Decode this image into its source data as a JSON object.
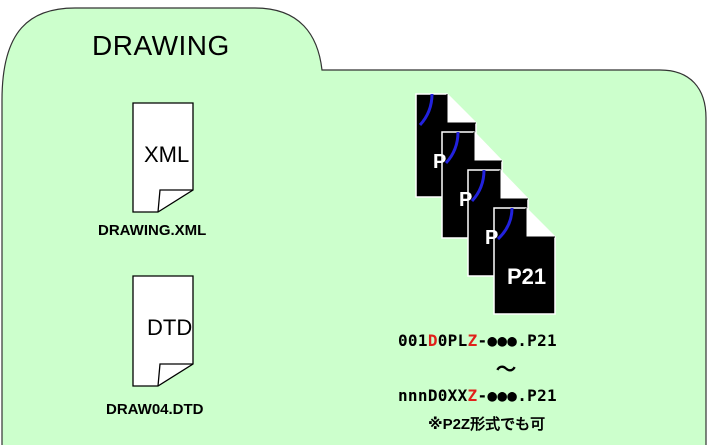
{
  "folder": {
    "title": "DRAWING"
  },
  "files": [
    {
      "icon_text": "XML",
      "name": "DRAWING.XML"
    },
    {
      "icon_text": "DTD",
      "name": "DRAW04.DTD"
    }
  ],
  "p21_stack": {
    "icon_text": "P21",
    "range_start": {
      "a": "001",
      "b": "D",
      "c": "0PL",
      "d": "Z",
      "e": "-●●●.P21"
    },
    "tilde": "～",
    "range_end": {
      "a": "nnn",
      "b": "D0XX",
      "c": "Z",
      "d": "-●●●.P21"
    },
    "note": "※P2Z形式でも可"
  },
  "colors": {
    "folder_fill": "#ccffcc",
    "highlight_red": "#e0201a",
    "doc_dark": "#000000",
    "arc_blue": "#2222dd"
  }
}
